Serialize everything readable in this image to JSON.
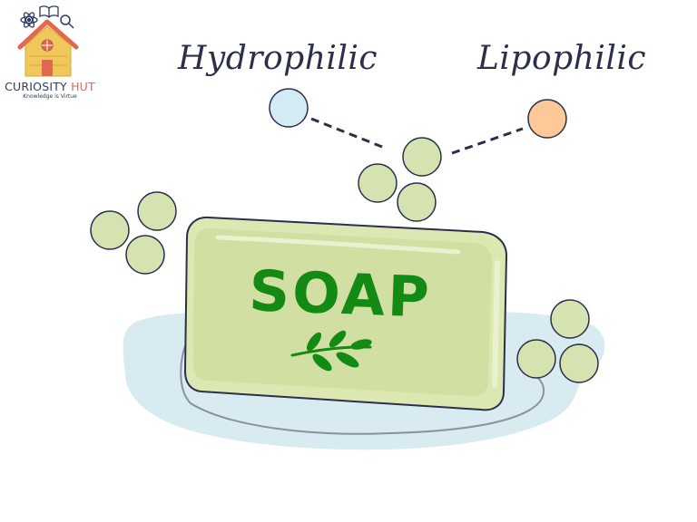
{
  "brand": {
    "name_part1": "CURIOSITY",
    "name_part2": "HUT",
    "tagline": "Knowledge is Virtue"
  },
  "labels": {
    "hydrophilic": "Hydrophilic",
    "lipophilic": "Lipophilic",
    "soap": "SOAP"
  },
  "colors": {
    "hydrophilic_head": "#d3ebf3",
    "lipophilic_tail": "#fdc998",
    "micelle_bubble": "#d5e3b0",
    "soap_body": "#dbe8b2",
    "soap_text": "#138a13",
    "water_puddle": "#d7ebf1",
    "outline": "#2c2f4c"
  },
  "icons": [
    "atom-icon",
    "book-icon",
    "magnifier-icon",
    "house-logo-icon",
    "leaf-sprig-icon"
  ]
}
